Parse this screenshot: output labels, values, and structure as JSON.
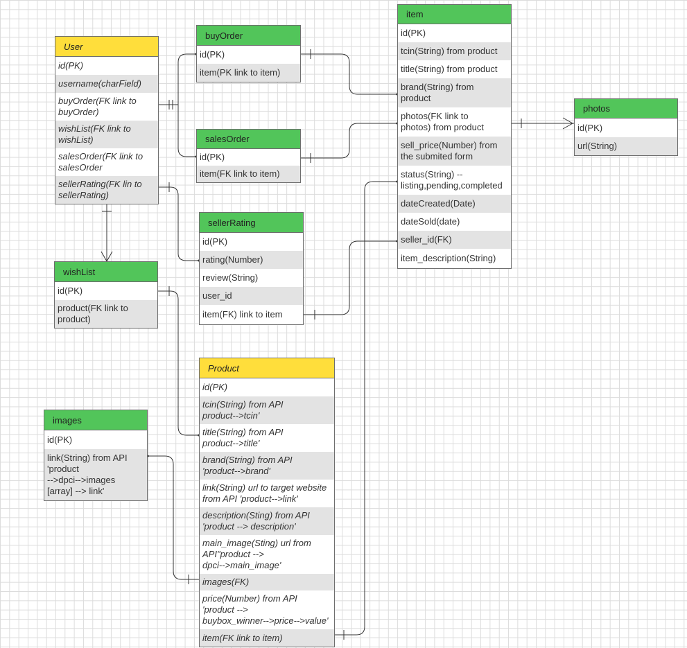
{
  "entities": {
    "user": {
      "title": "User",
      "fields": [
        "id(PK)",
        "username(charField)",
        "buyOrder(FK link to\nbuyOrder)",
        "wishList(FK link to\nwishList)",
        "salesOrder(FK link to\nsalesOrder",
        "sellerRating(FK lin to\nsellerRating)"
      ]
    },
    "buyOrder": {
      "title": "buyOrder",
      "fields": [
        "id(PK)",
        "item(PK link to item)"
      ]
    },
    "salesOrder": {
      "title": "salesOrder",
      "fields": [
        "id(PK)",
        "item(FK link to item)"
      ]
    },
    "item": {
      "title": "item",
      "fields": [
        "id(PK)",
        "tcin(String) from product",
        "title(String) from product",
        "brand(String) from\n product",
        "photos(FK link to\n photos) from product",
        "sell_price(Number) from\n the submited form",
        "status(String) --\n listing,pending,completed",
        "dateCreated(Date)",
        "dateSold(date)",
        "seller_id(FK)",
        "item_description(String)"
      ]
    },
    "photos": {
      "title": "photos",
      "fields": [
        "id(PK)",
        "url(String)"
      ]
    },
    "sellerRating": {
      "title": "sellerRating",
      "fields": [
        "id(PK)",
        "rating(Number)",
        "review(String)",
        "user_id",
        "item(FK) link to item"
      ]
    },
    "wishList": {
      "title": "wishList",
      "fields": [
        "id(PK)",
        "product(FK link to\nproduct)"
      ]
    },
    "product": {
      "title": "Product",
      "fields": [
        "id(PK)",
        "tcin(String) from API\nproduct-->tcin'",
        "title(String) from API\nproduct-->title'",
        "brand(String) from API\n'product-->brand'",
        "link(String) url to target website\nfrom API 'product-->link'",
        "description(Sting) from API\n'product --> description'",
        "main_image(Sting) url from\nAPI\"product -->\ndpci-->main_image'",
        "images(FK)",
        "price(Number) from API\n'product -->\nbuybox_winner-->price-->value'",
        "item(FK link to item)"
      ]
    },
    "images": {
      "title": "images",
      "fields": [
        "id(PK)",
        "link(String) from API\n 'product\n -->dpci-->images\n [array] --> link'"
      ]
    }
  },
  "colors": {
    "header_green": "#52c55a",
    "header_yellow": "#ffde3b",
    "row_alt": "#e3e3e3",
    "border": "#6e6e6e",
    "line": "#333333"
  }
}
